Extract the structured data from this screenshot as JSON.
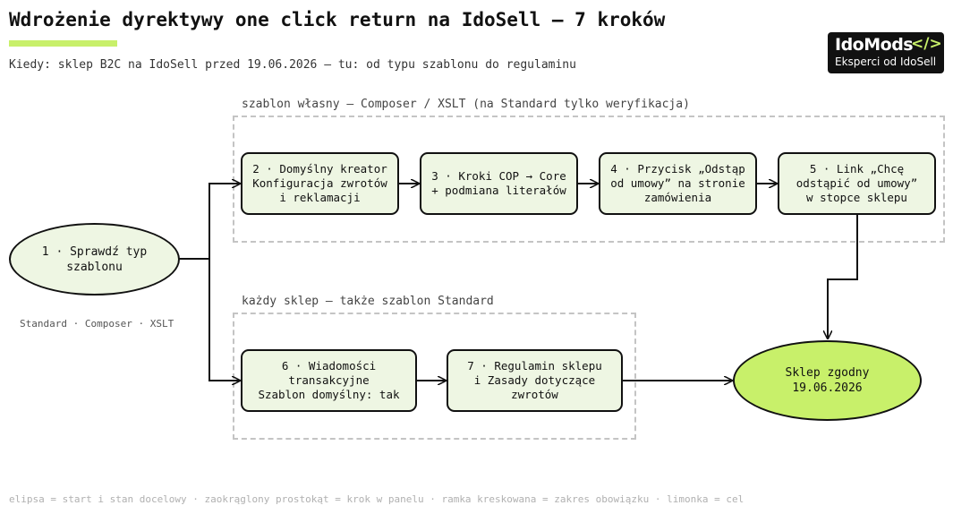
{
  "header": {
    "title": "Wdrożenie dyrektywy one click return na IdoSell – 7 kroków",
    "subtitle": "Kiedy: sklep B2C na IdoSell przed 19.06.2026 – tu: od typu szablonu do regulaminu"
  },
  "logo": {
    "name_part1": "Ido",
    "name_part2": "Mods",
    "code_glyph": "</>",
    "tagline": "Eksperci od IdoSell"
  },
  "zones": {
    "top_label": "szablon własny – Composer / XSLT (na Standard tylko weryfikacja)",
    "bottom_label": "każdy sklep – także szablon Standard"
  },
  "nodes": {
    "start": "1 · Sprawdź typ\nszablonu",
    "start_note": "Standard · Composer · XSLT",
    "step2": "2 · Domyślny kreator\nKonfiguracja zwrotów\ni reklamacji",
    "step3": "3 · Kroki COP → Core\n+ podmiana literałów",
    "step4": "4 · Przycisk „Odstąp\nod umowy” na stronie\nzamówienia",
    "step5": "5 · Link „Chcę\nodstąpić od umowy”\nw stopce sklepu",
    "step6": "6 · Wiadomości\ntransakcyjne\nSzablon domyślny: tak",
    "step7": "7 · Regulamin sklepu\ni Zasady dotyczące\nzwrotów",
    "goal": "Sklep zgodny\n19.06.2026"
  },
  "legend": "elipsa = start i stan docelowy · zaokrąglony prostokąt = krok w panelu · ramka kreskowana = zakres obowiązku · limonka = cel",
  "colors": {
    "accent_lime": "#c8f06a",
    "step_fill": "#eef6e3",
    "dashed_frame": "#c4c4c4",
    "logo_bg": "#111111"
  }
}
